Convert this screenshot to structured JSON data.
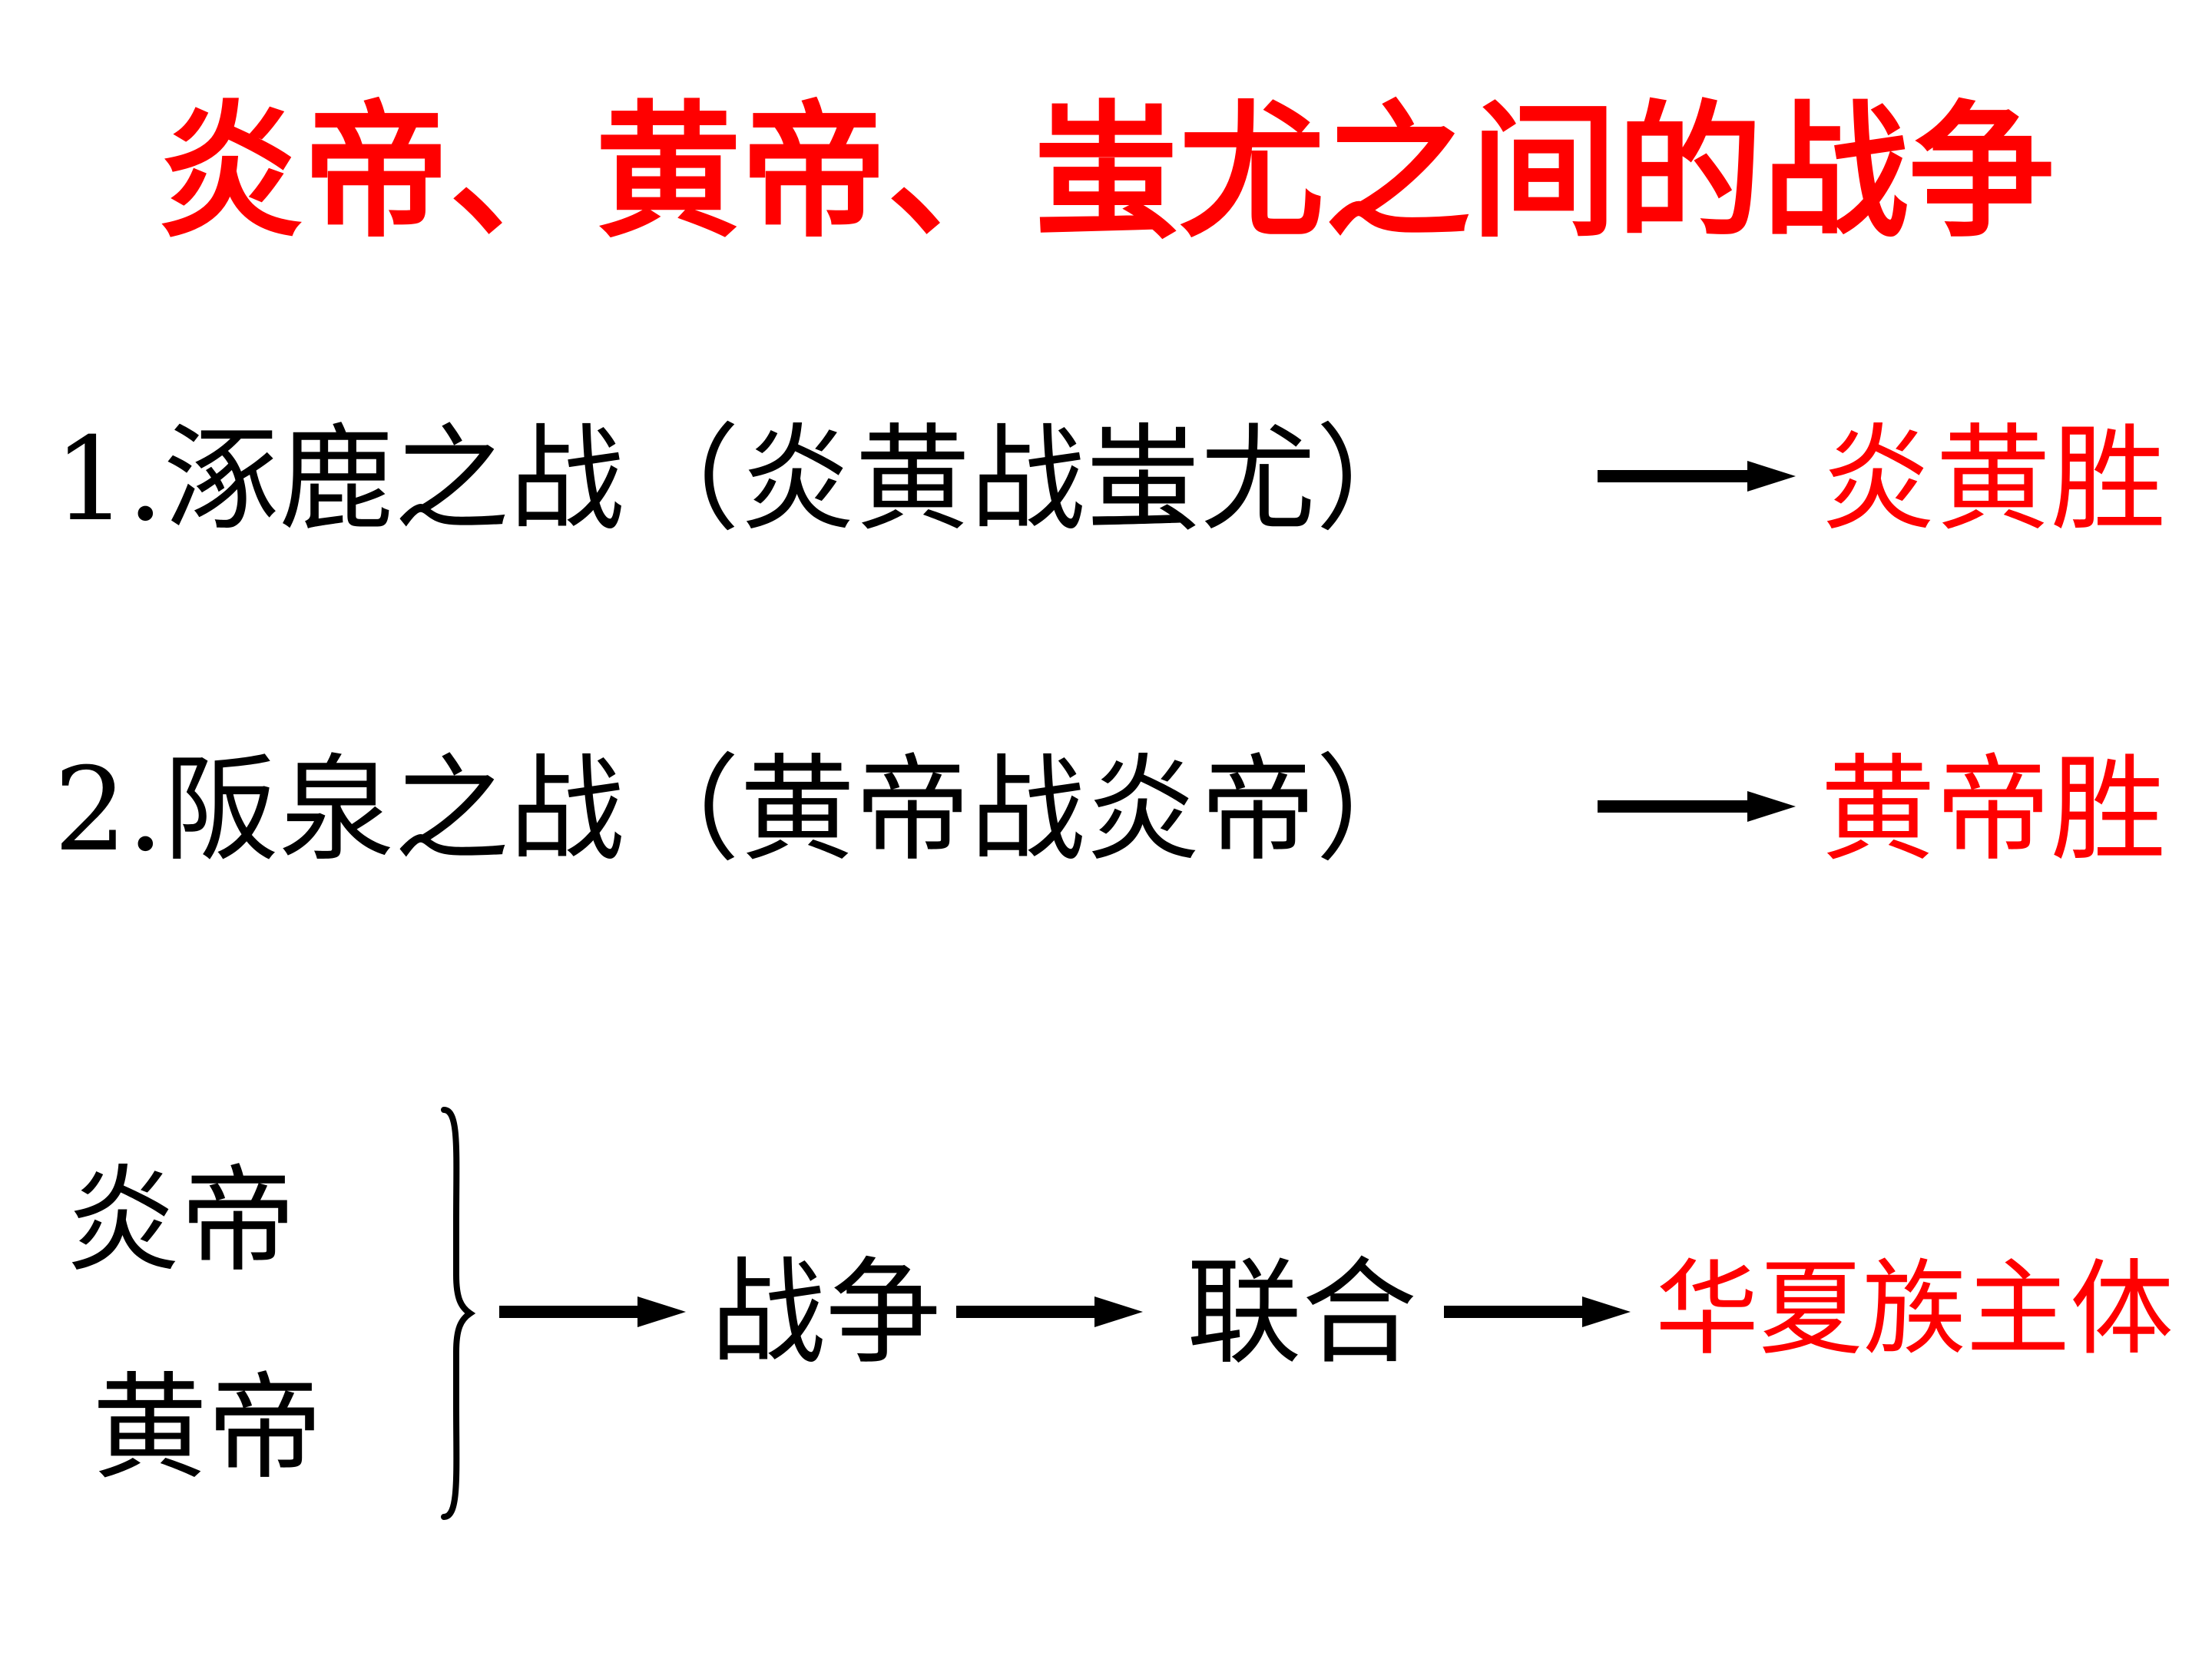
{
  "title": "炎帝、黄帝、蚩尤之间的战争",
  "colors": {
    "accent": "#ff0000",
    "text": "#000000",
    "background": "#ffffff"
  },
  "battles": [
    {
      "text": "1.涿鹿之战（炎黄战蚩尤）",
      "result": "炎黄胜"
    },
    {
      "text": "2.阪泉之战（黄帝战炎帝）",
      "result": "黄帝胜"
    }
  ],
  "flow": {
    "parties": [
      "炎帝",
      "黄帝"
    ],
    "step1": "战争",
    "step2": "联合",
    "result": "华夏族主体"
  }
}
